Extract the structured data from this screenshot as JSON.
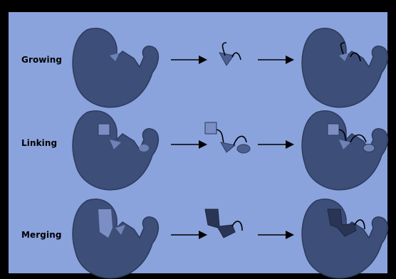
{
  "rows": [
    {
      "label": "Growing"
    },
    {
      "label": "Linking"
    },
    {
      "label": "Merging"
    }
  ],
  "colors": {
    "background": "#8aa3dc",
    "border": "#000000",
    "protein": "#3d4e78",
    "protein_outline": "#2c3a5c",
    "fragment_light": "#7b8fc4",
    "fragment_dark": "#2a3556",
    "arrow": "#000000"
  },
  "icons": {
    "protein": "protein-pocket-shape",
    "fragment": "fragment-molecule-shape",
    "arrow": "right-arrow"
  }
}
